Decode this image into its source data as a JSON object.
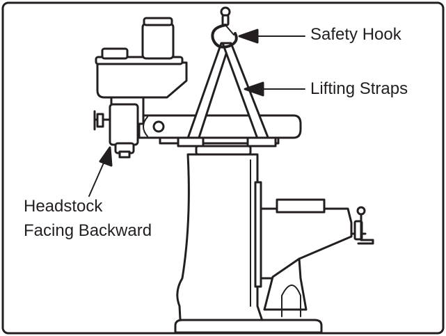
{
  "labels": {
    "safety_hook": "Safety Hook",
    "lifting_straps": "Lifting Straps",
    "headstock_line1": "Headstock",
    "headstock_line2": "Facing Backward"
  },
  "colors": {
    "ink": "#231f20",
    "background": "#ffffff"
  }
}
